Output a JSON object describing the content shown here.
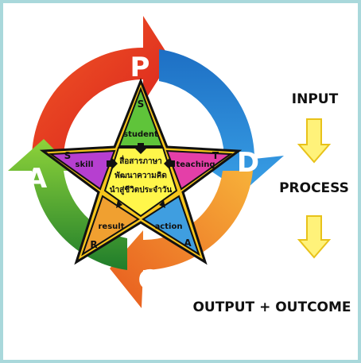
{
  "cycle": {
    "top_letter": "P",
    "right_letter": "D",
    "bottom_letter": "C",
    "left_letter": "A"
  },
  "star": {
    "center_lines": [
      "สื่อสารภาษา",
      "พัฒนาความคิด",
      "นำสู่ชีวิตประจำวัน"
    ],
    "points": [
      {
        "label": "student",
        "letter": "S"
      },
      {
        "label": "teaching",
        "letter": "T"
      },
      {
        "label": "action",
        "letter": "A"
      },
      {
        "label": "result",
        "letter": "R"
      },
      {
        "label": "skill",
        "letter": "S"
      }
    ]
  },
  "flow": {
    "input": "INPUT",
    "process": "PROCESS",
    "output": "OUTPUT + OUTCOME"
  },
  "colors": {
    "border": "#a9d8db",
    "plan": "#e53a24",
    "do": "#2f8fd8",
    "check": "#f39c26",
    "act": "#3aa53a",
    "student": "#5fc43a",
    "teaching": "#e43fa8",
    "action": "#3f9ee0",
    "result": "#f0a030",
    "skill": "#b63fd0",
    "star_center": "#fff64a",
    "arrow_fill": "#fff27a",
    "arrow_stroke": "#e8c21a"
  }
}
